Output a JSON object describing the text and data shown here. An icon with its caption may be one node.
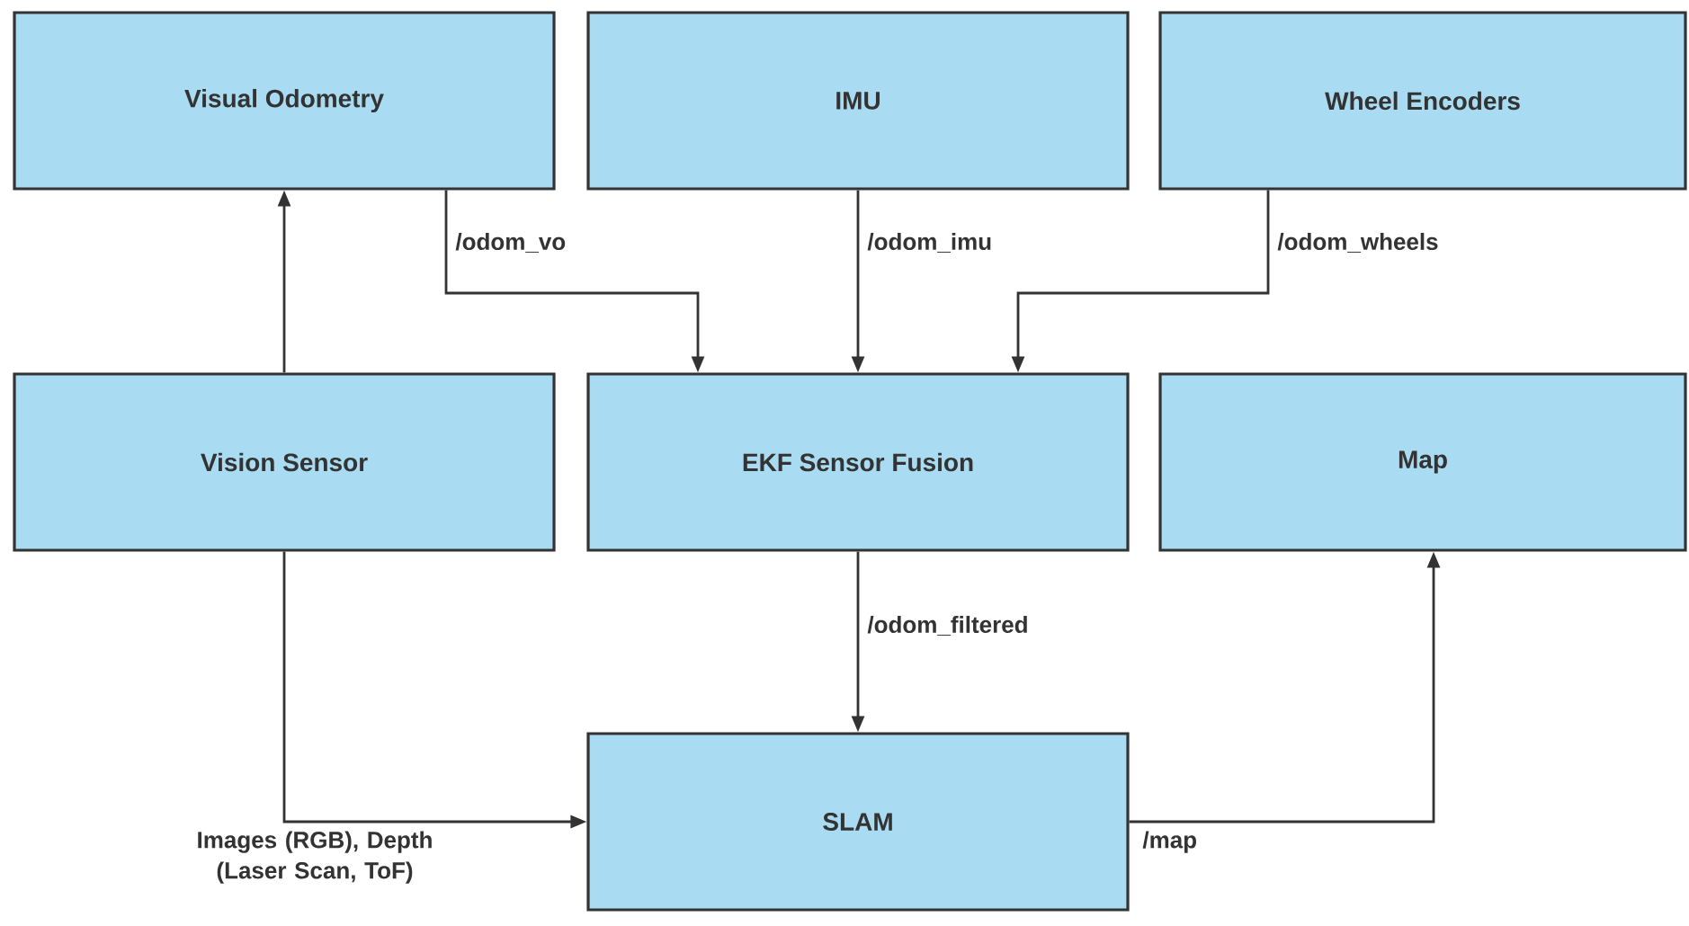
{
  "diagram": {
    "nodes": [
      {
        "text": [
          "Visual Odometry"
        ]
      },
      {
        "text": [
          "IMU"
        ]
      },
      {
        "text": [
          "Wheel Encoders"
        ]
      },
      {
        "text": [
          "Vision Sensor"
        ]
      },
      {
        "text": [
          "EKF Sensor Fusion"
        ]
      },
      {
        "text": [
          "Map"
        ]
      },
      {
        "text": [
          "SLAM"
        ]
      }
    ],
    "edges": [
      {
        "from": 3,
        "to": 0,
        "arrow": "to"
      },
      {
        "from": 0,
        "to": 4,
        "arrow": "to",
        "label": "/odom_vo"
      },
      {
        "from": 1,
        "to": 4,
        "arrow": "to",
        "label": "/odom_imu"
      },
      {
        "from": 2,
        "to": 4,
        "arrow": "to",
        "label": "/odom_wheels"
      },
      {
        "from": 4,
        "to": 6,
        "arrow": "to",
        "label": "/odom_filtered"
      },
      {
        "from": 3,
        "to": 6,
        "arrow": "to",
        "label": "Images (RGB), Depth (Laser Scan, ToF)"
      },
      {
        "from": 6,
        "to": 5,
        "arrow": "to",
        "label": "/map"
      }
    ]
  }
}
